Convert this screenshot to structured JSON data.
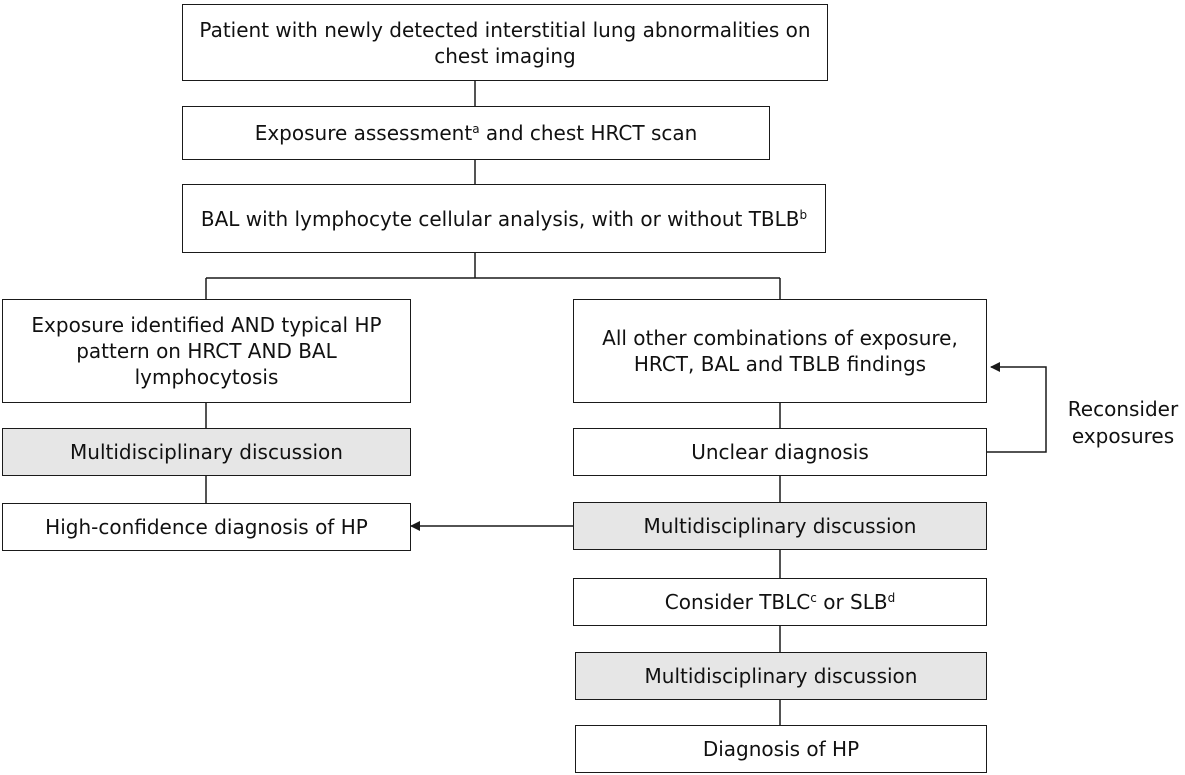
{
  "nodes": {
    "patient": {
      "text": "Patient with newly detected interstitial lung abnormalities on chest imaging"
    },
    "exposure_assessment": {
      "pre": "Exposure assessment",
      "sup": "a",
      "post": " and chest HRCT scan"
    },
    "bal": {
      "pre": "BAL with lymphocyte cellular analysis, with or without TBLB",
      "sup": "b"
    },
    "typical_path": {
      "text": "Exposure identified AND typical HP pattern on HRCT AND BAL lymphocytosis"
    },
    "other_combinations": {
      "text": "All other combinations of exposure, HRCT, BAL and TBLB findings"
    },
    "mdd_left": {
      "text": "Multidisciplinary discussion"
    },
    "unclear_diagnosis": {
      "text": "Unclear diagnosis"
    },
    "high_confidence": {
      "text": "High-confidence diagnosis of HP"
    },
    "mdd_right_1": {
      "text": "Multidisciplinary discussion"
    },
    "consider_biopsy": {
      "pre": "Consider TBLC",
      "sup1": "c",
      "mid": " or SLB",
      "sup2": "d"
    },
    "mdd_right_2": {
      "text": "Multidisciplinary discussion"
    },
    "diagnosis": {
      "text": "Diagnosis of HP"
    }
  },
  "side_note": {
    "line1": "Reconsider",
    "line2": "exposures"
  },
  "colors": {
    "box_border": "#1a1a1a",
    "gray_fill": "#e6e6e6",
    "line": "#1a1a1a"
  }
}
